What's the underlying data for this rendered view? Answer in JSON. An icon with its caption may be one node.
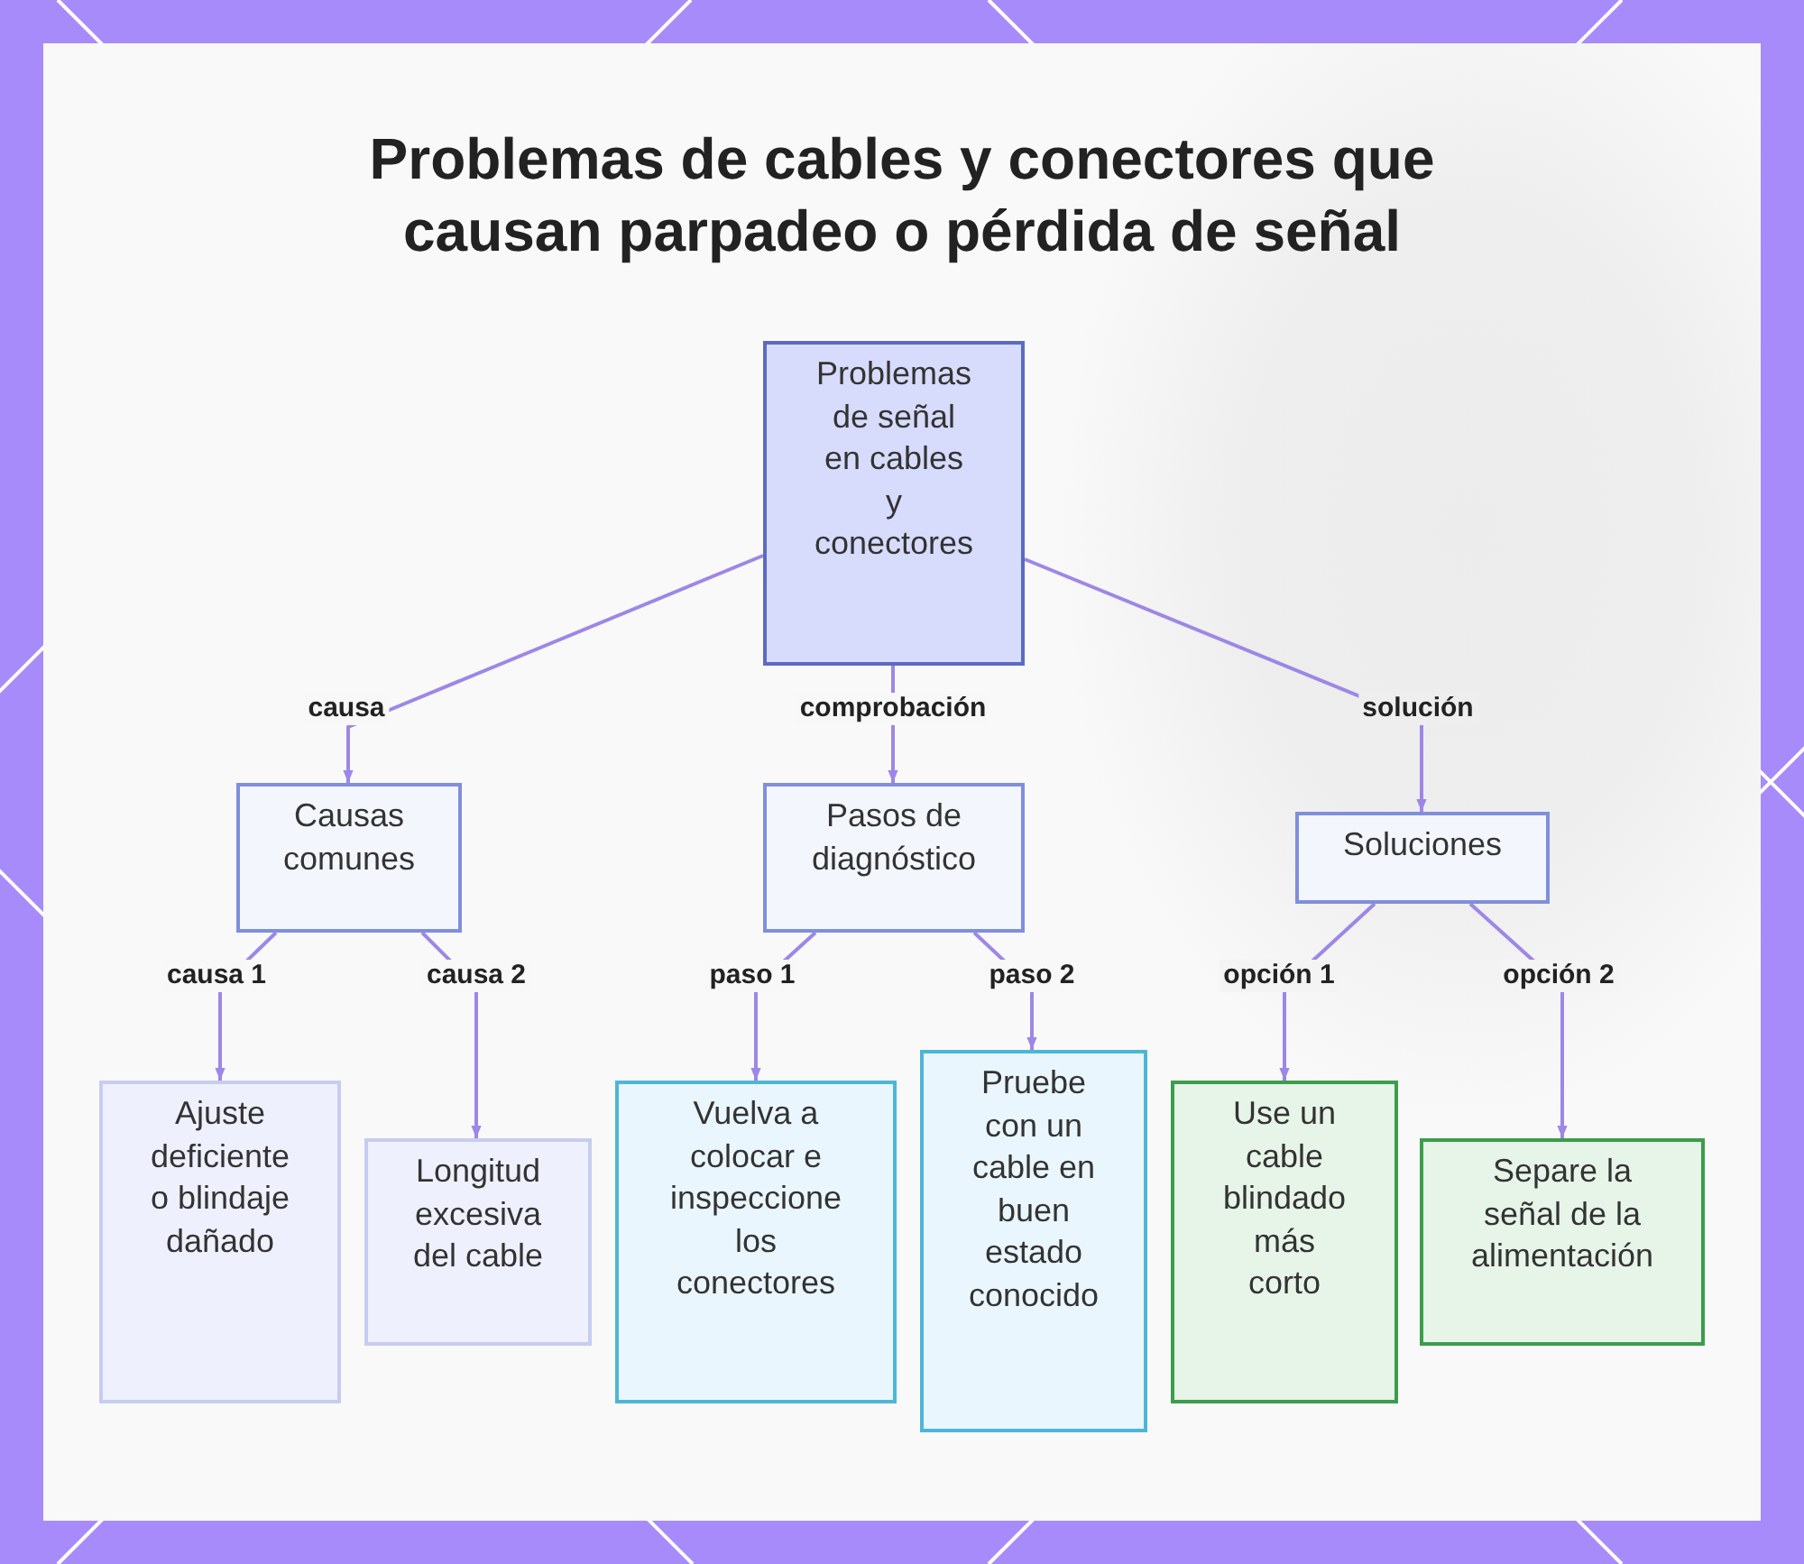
{
  "diagram": {
    "title": "Problemas de cables y conectores que causan parpadeo o pérdida de señal",
    "nodes": [
      {
        "text": [
          "Problemas de señal en cables y conectores"
        ]
      },
      {
        "text": [
          "Causas comunes"
        ]
      },
      {
        "text": [
          "Pasos de diagnóstico"
        ]
      },
      {
        "text": [
          "Soluciones"
        ]
      },
      {
        "text": [
          "Ajuste deficiente o blindaje dañado"
        ]
      },
      {
        "text": [
          "Longitud excesiva del cable"
        ]
      },
      {
        "text": [
          "Vuelva a colocar e inspeccione los conectores"
        ]
      },
      {
        "text": [
          "Pruebe con un cable en buen estado conocido"
        ]
      },
      {
        "text": [
          "Use un cable blindado más corto"
        ]
      },
      {
        "text": [
          "Separe la señal de la alimentación"
        ]
      }
    ],
    "edges": [
      {
        "from": 0,
        "to": 1,
        "arrow": "to",
        "label": "causa"
      },
      {
        "from": 0,
        "to": 2,
        "arrow": "to",
        "label": "comprobación"
      },
      {
        "from": 0,
        "to": 3,
        "arrow": "to",
        "label": "solución"
      },
      {
        "from": 1,
        "to": 4,
        "arrow": "to",
        "label": "causa 1"
      },
      {
        "from": 1,
        "to": 5,
        "arrow": "to",
        "label": "causa 2"
      },
      {
        "from": 2,
        "to": 6,
        "arrow": "to",
        "label": "paso 1"
      },
      {
        "from": 2,
        "to": 7,
        "arrow": "to",
        "label": "paso 2"
      },
      {
        "from": 3,
        "to": 8,
        "arrow": "to",
        "label": "opción 1"
      },
      {
        "from": 3,
        "to": 9,
        "arrow": "to",
        "label": "opción 2"
      }
    ]
  }
}
